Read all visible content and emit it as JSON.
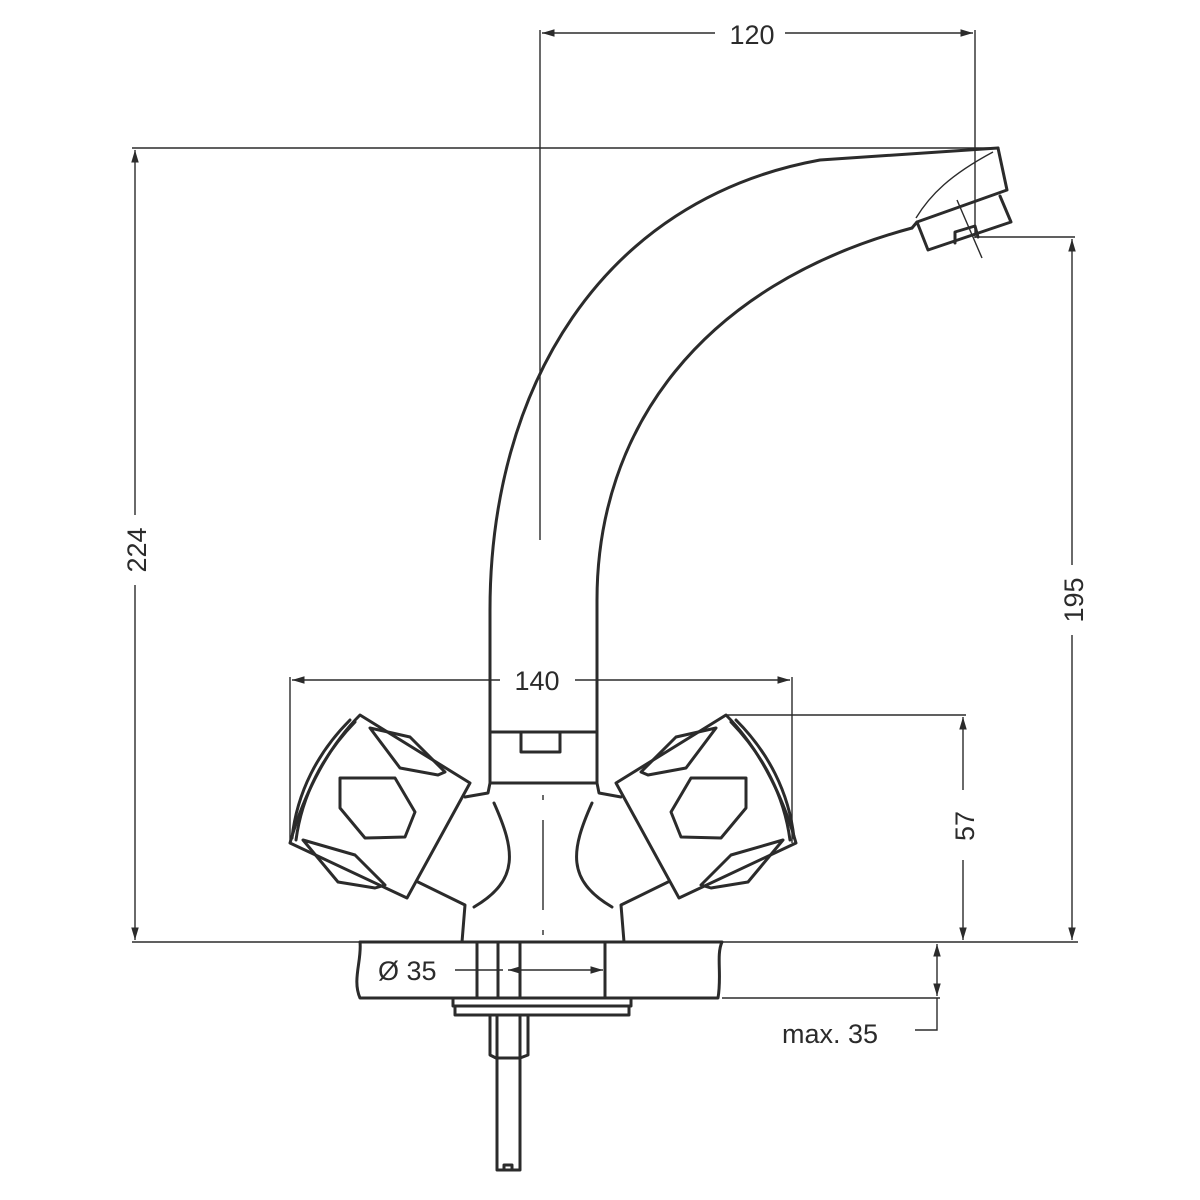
{
  "title": "Faucet technical dimension drawing",
  "dimensions": {
    "spout_reach": "120",
    "total_height": "224",
    "spout_outlet_height": "195",
    "handle_span": "140",
    "handle_height": "57",
    "hole_diameter": "Ø 35",
    "max_deck_thickness": "max. 35"
  },
  "colors": {
    "line": "#2b2b2b",
    "background": "#ffffff"
  }
}
